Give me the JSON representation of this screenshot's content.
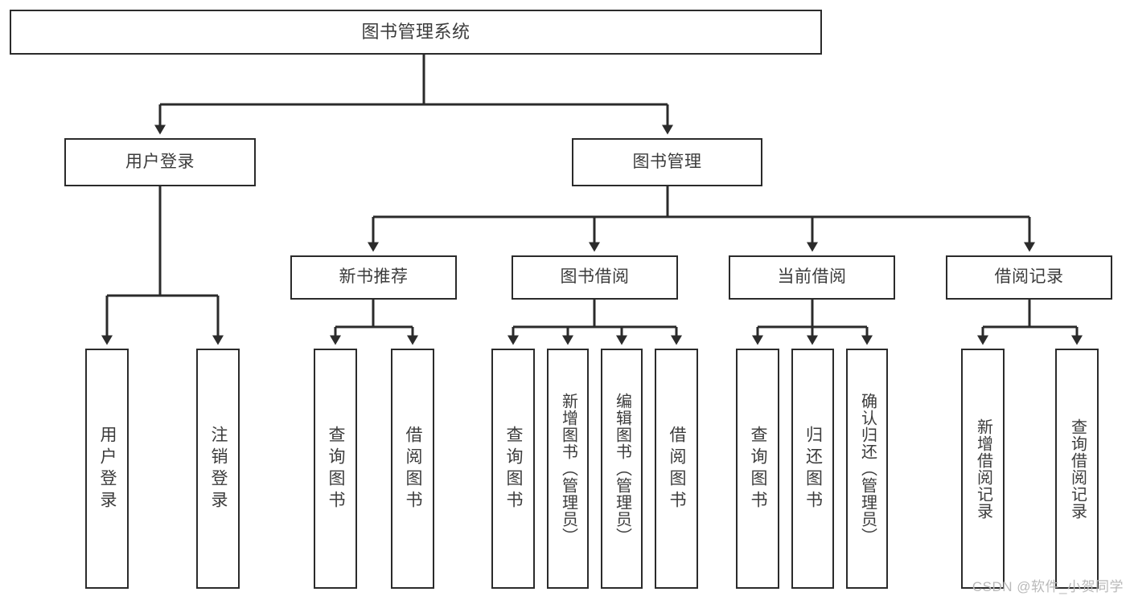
{
  "diagram": {
    "type": "tree-hierarchy",
    "title": "图书管理系统",
    "watermark": "CSDN @软件_小贺同学",
    "colors": {
      "stroke": "#2b2b2b",
      "text": "#3c3c3c",
      "background": "#ffffff",
      "watermark": "#b9b9b9"
    },
    "nodes": {
      "root": {
        "label": "图书管理系统"
      },
      "level1": [
        {
          "label": "用户登录"
        },
        {
          "label": "图书管理"
        }
      ],
      "level2": [
        {
          "label": "新书推荐"
        },
        {
          "label": "图书借阅"
        },
        {
          "label": "当前借阅"
        },
        {
          "label": "借阅记录"
        }
      ],
      "leaves": {
        "user_login": [
          {
            "label": "用户登录"
          },
          {
            "label": "注销登录"
          }
        ],
        "new_book": [
          {
            "label": "查询图书"
          },
          {
            "label": "借阅图书"
          }
        ],
        "book_borrow": [
          {
            "label": "查询图书"
          },
          {
            "label": "新增图书（管理员）"
          },
          {
            "label": "编辑图书（管理员）"
          },
          {
            "label": "借阅图书"
          }
        ],
        "current_borrow": [
          {
            "label": "查询图书"
          },
          {
            "label": "归还图书"
          },
          {
            "label": "确认归还（管理员）"
          }
        ],
        "borrow_record": [
          {
            "label": "新增借阅记录"
          },
          {
            "label": "查询借阅记录"
          }
        ]
      }
    }
  }
}
